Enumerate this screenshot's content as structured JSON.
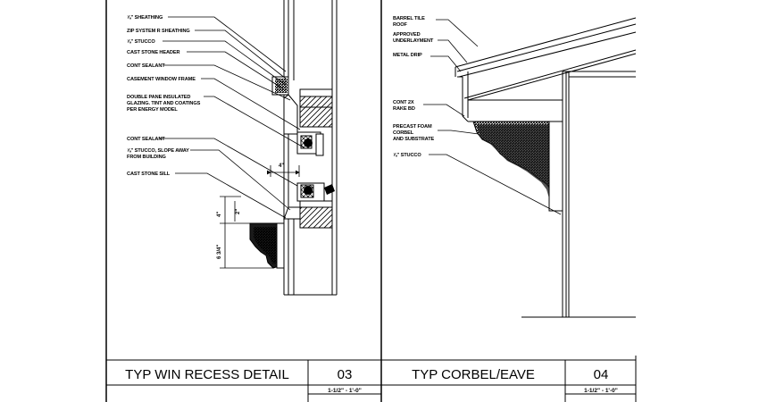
{
  "detail_03": {
    "notes": [
      "⅞\" SHEATHING",
      "ZIP SYSTEM R SHEATHING",
      "⅞\" STUCCO",
      "CAST STONE HEADER",
      "CONT SEALANT",
      "CASEMENT WINDOW FRAME",
      "DOUBLE PANE INSULATED",
      "GLAZING. TINT AND COATINGS",
      "PER ENERGY MODEL",
      "CONT SEALANT",
      "⅞\" STUCCO, SLOPE AWAY",
      "FROM BUILDING",
      "CAST STONE SILL"
    ],
    "dims": [
      "4\"",
      "4\"",
      "2\"",
      "6 3/4\""
    ],
    "title": "TYP WIN RECESS DETAIL",
    "number": "03",
    "scale": "1-1/2\" - 1'-0\""
  },
  "detail_04": {
    "notes": [
      "BARREL TILE",
      "ROOF",
      "APPROVED",
      "UNDERLAYMENT",
      "METAL DRIP",
      "CONT 2X",
      "RAKE BD",
      "PRECAST FOAM",
      "CORBEL",
      "AND SUBSTRATE",
      "⅞\" STUCCO"
    ],
    "title": "TYP CORBEL/EAVE",
    "number": "04",
    "scale": "1-1/2\" - 1'-0\""
  },
  "colors": {
    "line": "#000000",
    "hatch": "#1a1a1a",
    "paper": "#ffffff"
  }
}
